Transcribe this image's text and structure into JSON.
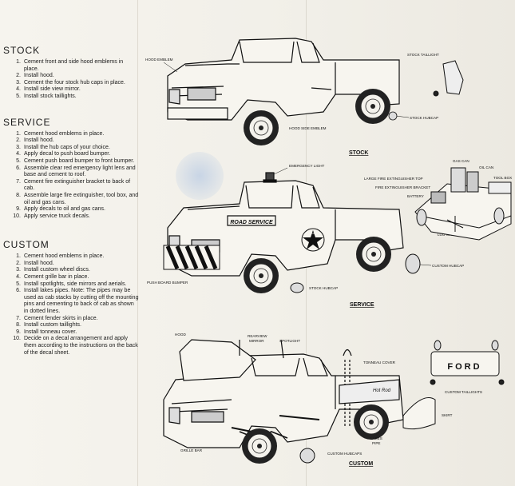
{
  "sections": [
    {
      "id": "stock",
      "title": "STOCK",
      "steps": [
        {
          "n": "1.",
          "text": "Cement front and side hood emblems in place."
        },
        {
          "n": "2.",
          "text": "Install hood."
        },
        {
          "n": "3.",
          "text": "Cement the four stock hub caps in place."
        },
        {
          "n": "4.",
          "text": "Install side view mirror."
        },
        {
          "n": "5.",
          "text": "Install stock taillights."
        }
      ]
    },
    {
      "id": "service",
      "title": "SERVICE",
      "steps": [
        {
          "n": "1.",
          "text": "Cement hood emblems in place."
        },
        {
          "n": "2.",
          "text": "Install hood."
        },
        {
          "n": "3.",
          "text": "Install the hub caps of your choice."
        },
        {
          "n": "4.",
          "text": "Apply decal to push board bumper."
        },
        {
          "n": "5.",
          "text": "Cement push board bumper to front bumper."
        },
        {
          "n": "6.",
          "text": "Assemble clear red emergency light lens and base and cement to roof."
        },
        {
          "n": "7.",
          "text": "Cement fire extinguisher bracket to back of cab."
        },
        {
          "n": "8.",
          "text": "Assemble large fire extinguisher, tool box, and oil and gas cans."
        },
        {
          "n": "9.",
          "text": "Apply decals to oil and gas cans."
        },
        {
          "n": "10.",
          "text": "Apply service truck decals."
        }
      ]
    },
    {
      "id": "custom",
      "title": "CUSTOM",
      "steps": [
        {
          "n": "1.",
          "text": "Cement hood emblems in place."
        },
        {
          "n": "2.",
          "text": "Install hood."
        },
        {
          "n": "3.",
          "text": "Install custom wheel discs."
        },
        {
          "n": "4.",
          "text": "Cement grille bar in place."
        },
        {
          "n": "5.",
          "text": "Install spotlights, side mirrors and aerials."
        },
        {
          "n": "6.",
          "text": "Install lakes pipes. Note: The pipes may be used as cab stacks by cutting off the mounting pins and cementing to back of cab as shown in dotted lines."
        },
        {
          "n": "7.",
          "text": "Cement fender skirts in place."
        },
        {
          "n": "8.",
          "text": "Install custom taillights."
        },
        {
          "n": "9.",
          "text": "Install tonneau cover."
        },
        {
          "n": "10.",
          "text": "Decide on a decal arrangement and apply them according to the instructions on the back of the decal sheet."
        }
      ]
    }
  ],
  "illustrations": {
    "stock": {
      "caption": "STOCK",
      "labels": {
        "hood_emblem": "HOOD EMBLEM",
        "stock_taillight": "STOCK TAILLIGHT",
        "stock_hubcap": "STOCK HUBCAP",
        "hood_side_emblem": "HOOD SIDE EMBLEM"
      }
    },
    "service": {
      "caption": "SERVICE",
      "labels": {
        "emergency_light": "EMERGENCY LIGHT",
        "gas_can": "GAS CAN",
        "large_fire_ext_top": "LARGE FIRE EXTINGUISHER TOP",
        "oil_can": "OIL CAN",
        "tool_box": "TOOL BOX",
        "fire_ext_bracket": "FIRE EXTINGUISHER BRACKET",
        "battery": "BATTERY",
        "lug_wrench": "LUG WRENCH",
        "custom_hubcap": "CUSTOM HUBCAP",
        "push_board_bumper": "PUSH BOARD BUMPER",
        "stock_hubcap": "STOCK HUBCAP"
      },
      "door_text": "ROAD SERVICE",
      "star_text": "TEXACO"
    },
    "custom": {
      "caption": "CUSTOM",
      "labels": {
        "hood": "HOOD",
        "rearview_mirror_1": "REARVIEW",
        "rearview_mirror_2": "MIRROR",
        "spotlight": "SPOTLIGHT",
        "tonneau_cover": "TONNEAU COVER",
        "custom_taillights": "CUSTOM TAILLIGHTS",
        "skirt": "SKIRT",
        "lakes_pipe_1": "LAKES",
        "lakes_pipe_2": "PIPE",
        "custom_hubcaps": "CUSTOM HUBCAPS",
        "grille_bar": "GRILLE BAR"
      },
      "tailgate_text": "FORD",
      "side_script": "Hot Rod"
    }
  }
}
